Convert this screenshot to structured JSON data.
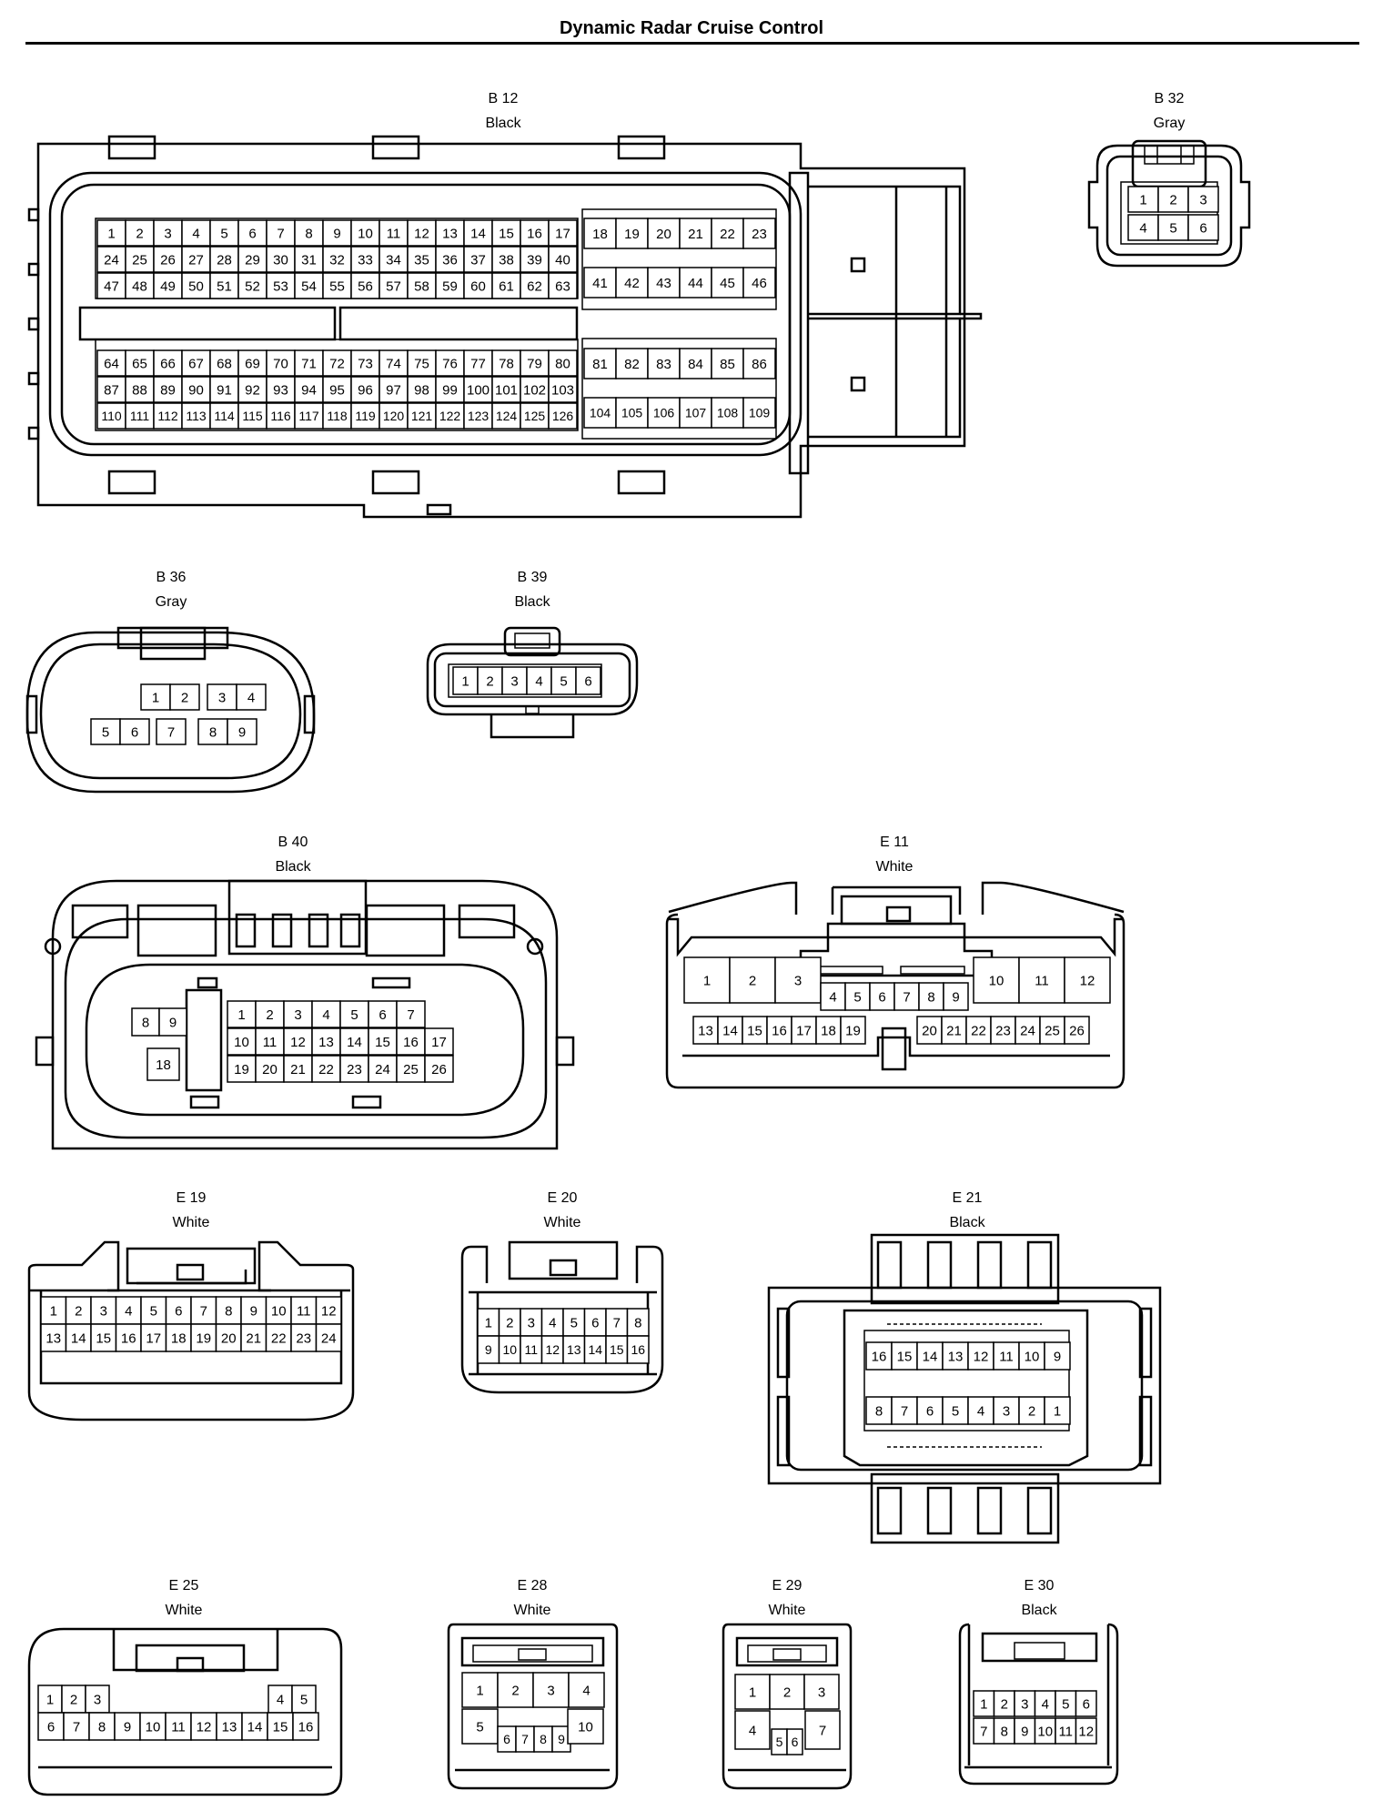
{
  "title": "Dynamic Radar Cruise Control",
  "connectors": [
    {
      "id": "B 12",
      "color": "Black"
    },
    {
      "id": "B 32",
      "color": "Gray"
    },
    {
      "id": "B 36",
      "color": "Gray"
    },
    {
      "id": "B 39",
      "color": "Black"
    },
    {
      "id": "B 40",
      "color": "Black"
    },
    {
      "id": "E 11",
      "color": "White"
    },
    {
      "id": "E 19",
      "color": "White"
    },
    {
      "id": "E 20",
      "color": "White"
    },
    {
      "id": "E 21",
      "color": "Black"
    },
    {
      "id": "E 25",
      "color": "White"
    },
    {
      "id": "E 28",
      "color": "White"
    },
    {
      "id": "E 29",
      "color": "White"
    },
    {
      "id": "E 30",
      "color": "Black"
    }
  ]
}
